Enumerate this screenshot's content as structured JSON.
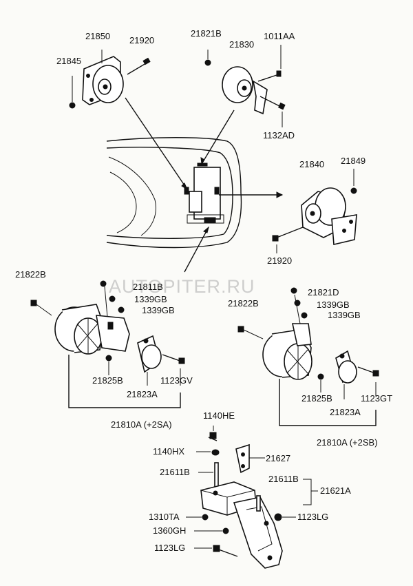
{
  "watermark": "AUTOPITER.RU",
  "colors": {
    "ink": "#111111",
    "paper": "#fbfbf8",
    "watermark": "#aaaaaa"
  },
  "labels": {
    "l21850": "21850",
    "l21920_top": "21920",
    "l21845": "21845",
    "l21821B_top": "21821B",
    "l21830": "21830",
    "l1011AA": "1011AA",
    "l1132AD": "1132AD",
    "l21840": "21840",
    "l21849": "21849",
    "l21920_right": "21920",
    "l21822B_left": "21822B",
    "l21811B": "21811B",
    "l1339GB_a": "1339GB",
    "l1339GB_b": "1339GB",
    "l21825B_left": "21825B",
    "l1123GV": "1123GV",
    "l21823A_left": "21823A",
    "l21810A_2SA": "21810A (+2SA)",
    "l21822B_right": "21822B",
    "l21821D": "21821D",
    "l1339GB_c": "1339GB",
    "l1339GB_d": "1339GB",
    "l21825B_right": "21825B",
    "l1123GT": "1123GT",
    "l21823A_right": "21823A",
    "l21810A_2SB": "21810A (+2SB)",
    "l1140HE": "1140HE",
    "l1140HX": "1140HX",
    "l21627": "21627",
    "l21611B_left": "21611B",
    "l21611B_right": "21611B",
    "l21621A": "21621A",
    "l1310TA": "1310TA",
    "l1360GH": "1360GH",
    "l1123LG_right": "1123LG",
    "l1123LG_left": "1123LG"
  }
}
